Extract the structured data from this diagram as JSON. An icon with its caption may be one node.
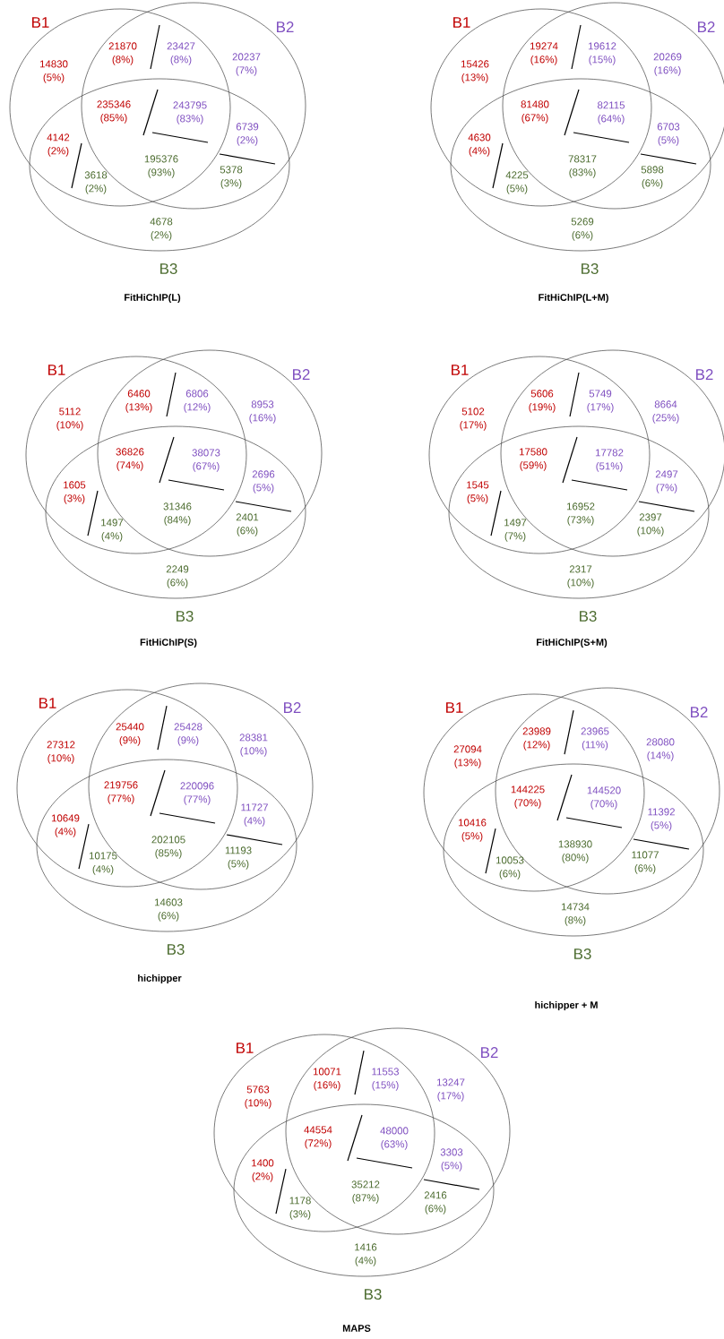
{
  "diagram": {
    "nodes": [
      {
        "text": [
          "B1"
        ]
      },
      {
        "text": [
          "B2"
        ]
      },
      {
        "text": [
          "B3"
        ]
      },
      {
        "text": [
          "B1"
        ]
      },
      {
        "text": [
          "B2"
        ]
      },
      {
        "text": [
          "B3"
        ]
      },
      {
        "text": [
          "B1"
        ]
      },
      {
        "text": [
          "B2"
        ]
      },
      {
        "text": [
          "B3"
        ]
      },
      {
        "text": [
          "B1"
        ]
      },
      {
        "text": [
          "B2"
        ]
      },
      {
        "text": [
          "B3"
        ]
      },
      {
        "text": [
          "B1"
        ]
      },
      {
        "text": [
          "B2"
        ]
      },
      {
        "text": [
          "B3"
        ]
      },
      {
        "text": [
          "B1"
        ]
      },
      {
        "text": [
          "B2"
        ]
      },
      {
        "text": [
          "B3"
        ]
      },
      {
        "text": [
          "B1"
        ]
      },
      {
        "text": [
          "B2"
        ]
      },
      {
        "text": [
          "B3"
        ]
      }
    ],
    "labels": [
      "14830 (5%)",
      "21870 (8%)",
      "23427 (8%)",
      "20237 (7%)",
      "235346 (85%)",
      "243795 (83%)",
      "4142 (2%)",
      "6739 (2%)",
      "195376 (93%)",
      "3618 (2%)",
      "5378 (3%)",
      "4678 (2%)",
      "FitHiChIP(L)",
      "15426 (13%)",
      "19274 (16%)",
      "19612 (15%)",
      "20269 (16%)",
      "81480 (67%)",
      "82115 (64%)",
      "4630 (4%)",
      "6703 (5%)",
      "78317 (83%)",
      "4225 (5%)",
      "5898 (6%)",
      "5269 (6%)",
      "FitHiChIP(L+M)",
      "5112 (10%)",
      "6460 (13%)",
      "6806 (12%)",
      "8953 (16%)",
      "36826 (74%)",
      "38073 (67%)",
      "1605 (3%)",
      "2696 (5%)",
      "31346 (84%)",
      "1497 (4%)",
      "2401 (6%)",
      "2249 (6%)",
      "FitHiChIP(S)",
      "5102 (17%)",
      "5606 (19%)",
      "5749 (17%)",
      "8664 (25%)",
      "17580 (59%)",
      "17782 (51%)",
      "1545 (5%)",
      "2497 (7%)",
      "16952 (73%)",
      "1497 (7%)",
      "2397 (10%)",
      "2317 (10%)",
      "FitHiChIP(S+M)",
      "27312 (10%)",
      "25440 (9%)",
      "25428 (9%)",
      "28381 (10%)",
      "219756 (77%)",
      "220096 (77%)",
      "10649 (4%)",
      "11727 (4%)",
      "202105 (85%)",
      "10175 (4%)",
      "11193 (5%)",
      "14603 (6%)",
      "hichipper",
      "27094 (13%)",
      "23989 (12%)",
      "23965 (11%)",
      "28080 (14%)",
      "144225 (70%)",
      "144520 (70%)",
      "10416 (5%)",
      "11392 (5%)",
      "138930 (80%)",
      "10053 (6%)",
      "11077 (6%)",
      "14734 (8%)",
      "hichipper + M",
      "5763 (10%)",
      "10071 (16%)",
      "11553 (15%)",
      "13247 (17%)",
      "44554 (72%)",
      "48000 (63%)",
      "1400 (2%)",
      "3303 (5%)",
      "35212 (87%)",
      "1178 (3%)",
      "2416 (6%)",
      "1416 (4%)",
      "MAPS"
    ]
  }
}
